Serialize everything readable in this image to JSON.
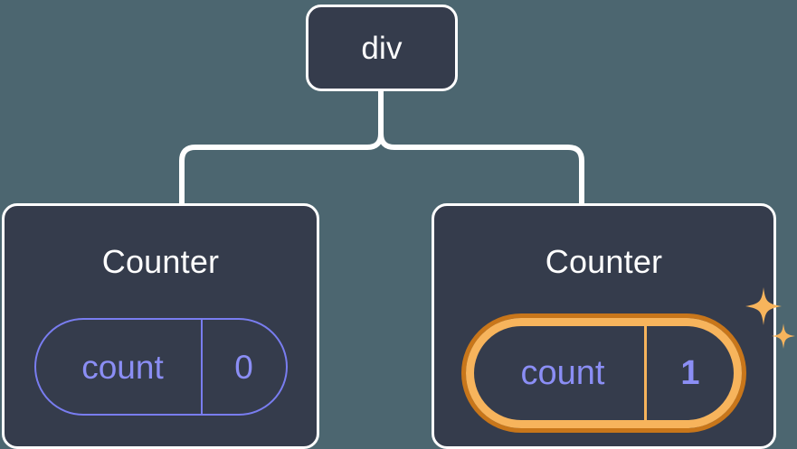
{
  "diagram": {
    "type": "component-tree",
    "background_color": "#4c6670",
    "node_fill_color": "#353c4c",
    "node_border_color": "#ffffff",
    "connector_color": "#ffffff",
    "state_color": "#797df0",
    "highlight_outer_color": "#c8761a",
    "highlight_inner_color": "#f7b45c",
    "sparkle_color": "#f7b45c"
  },
  "root": {
    "label": "div"
  },
  "children": [
    {
      "label": "Counter",
      "state": {
        "key": "count",
        "value": "0"
      },
      "highlighted": false
    },
    {
      "label": "Counter",
      "state": {
        "key": "count",
        "value": "1"
      },
      "highlighted": true
    }
  ],
  "icons": {
    "sparkle_large": "sparkle-icon",
    "sparkle_small": "sparkle-small-icon"
  }
}
